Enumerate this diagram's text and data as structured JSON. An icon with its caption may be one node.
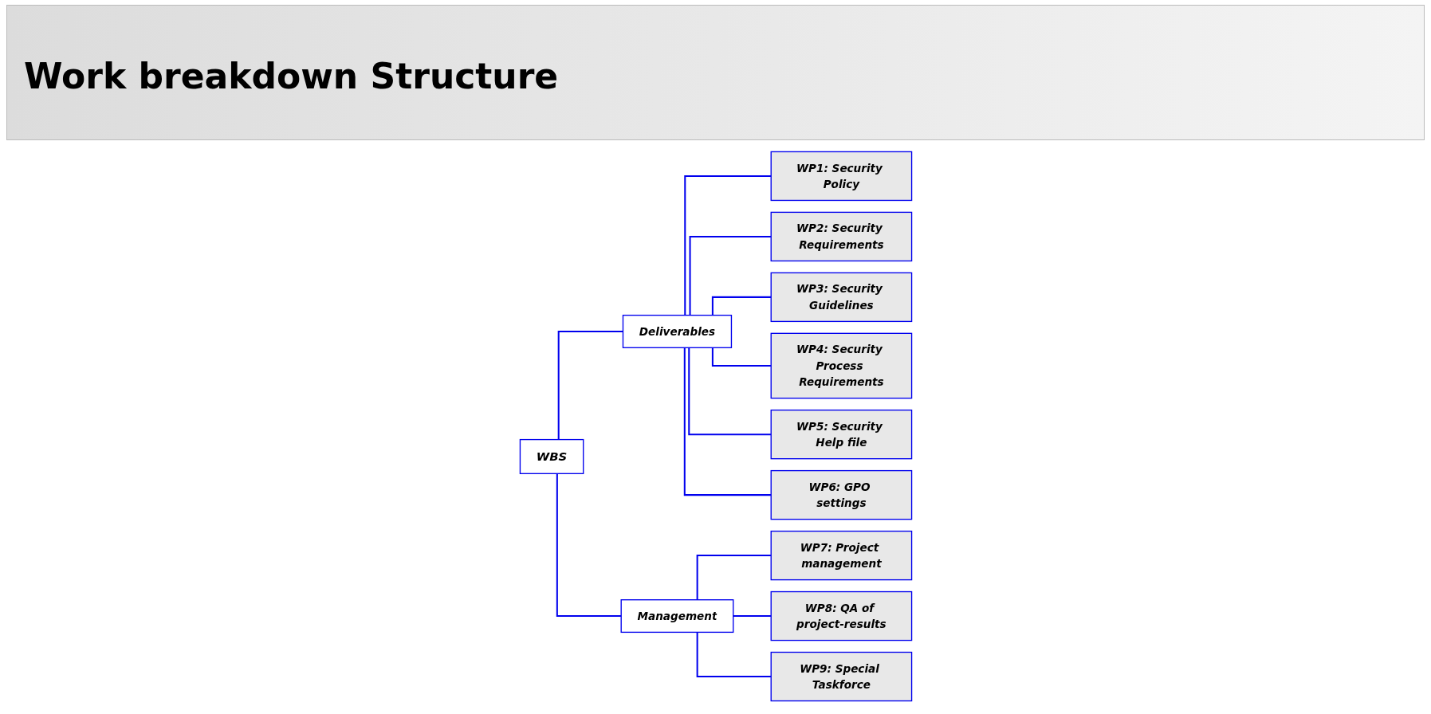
{
  "diagram": {
    "title": "Work breakdown Structure",
    "nodes": [
      {
        "text": [
          "WBS"
        ]
      },
      {
        "text": [
          "Deliverables"
        ]
      },
      {
        "text": [
          "Management"
        ]
      },
      {
        "text": [
          "WP1: Security Policy"
        ]
      },
      {
        "text": [
          "WP2: Security Requirements"
        ]
      },
      {
        "text": [
          "WP3: Security Guidelines"
        ]
      },
      {
        "text": [
          "WP4: Security Process Requirements"
        ]
      },
      {
        "text": [
          "WP5: Security Help file"
        ]
      },
      {
        "text": [
          "WP6: GPO settings"
        ]
      },
      {
        "text": [
          "WP7: Project management"
        ]
      },
      {
        "text": [
          "WP8: QA of project-results"
        ]
      },
      {
        "text": [
          "WP9: Special Taskforce"
        ]
      }
    ],
    "edges": [
      {
        "from": 0,
        "to": 1,
        "arrow": "none"
      },
      {
        "from": 0,
        "to": 2,
        "arrow": "none"
      },
      {
        "from": 1,
        "to": 3,
        "arrow": "none"
      },
      {
        "from": 1,
        "to": 4,
        "arrow": "none"
      },
      {
        "from": 1,
        "to": 5,
        "arrow": "none"
      },
      {
        "from": 1,
        "to": 6,
        "arrow": "none"
      },
      {
        "from": 1,
        "to": 7,
        "arrow": "none"
      },
      {
        "from": 1,
        "to": 8,
        "arrow": "none"
      },
      {
        "from": 2,
        "to": 9,
        "arrow": "none"
      },
      {
        "from": 2,
        "to": 10,
        "arrow": "none"
      },
      {
        "from": 2,
        "to": 11,
        "arrow": "none"
      }
    ]
  }
}
